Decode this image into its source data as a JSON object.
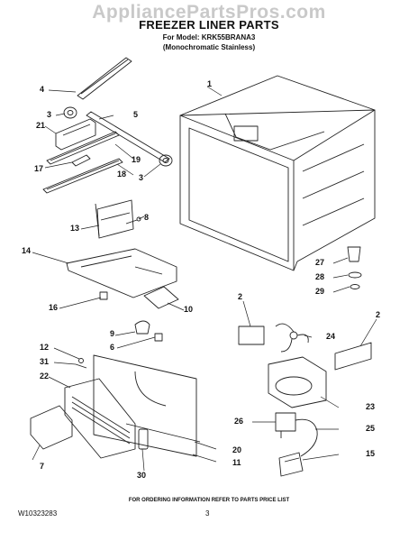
{
  "watermark": "AppliancePartsPros.com",
  "title": "FREEZER LINER PARTS",
  "model_line": "For Model: KRK55BRANA3",
  "model_sub": "(Monochromatic Stainless)",
  "footer_note": "FOR ORDERING INFORMATION REFER TO PARTS PRICE LIST",
  "doc_number": "W10323283",
  "page_number": "3",
  "callouts": [
    "1",
    "2",
    "2",
    "3",
    "3",
    "4",
    "5",
    "6",
    "7",
    "8",
    "9",
    "10",
    "11",
    "12",
    "13",
    "14",
    "15",
    "16",
    "17",
    "18",
    "19",
    "20",
    "21",
    "22",
    "23",
    "24",
    "25",
    "26",
    "27",
    "28",
    "29",
    "30",
    "31"
  ]
}
